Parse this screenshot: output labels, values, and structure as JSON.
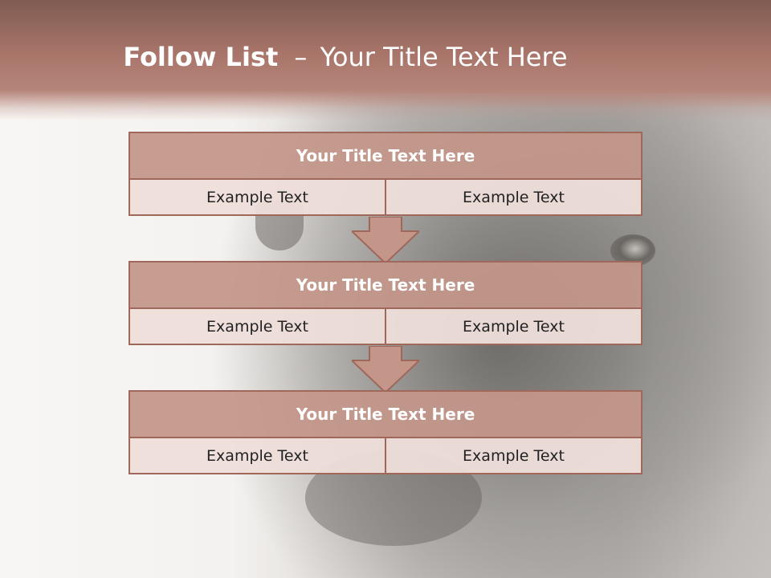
{
  "slide": {
    "title_bold": "Follow List",
    "title_sep": "–",
    "title_rest": "Your Title Text Here"
  },
  "blocks": [
    {
      "title": "Your Title Text Here",
      "left": "Example Text",
      "right": "Example Text"
    },
    {
      "title": "Your Title Text Here",
      "left": "Example Text",
      "right": "Example Text"
    },
    {
      "title": "Your Title Text Here",
      "left": "Example Text",
      "right": "Example Text"
    }
  ],
  "colors": {
    "header": "#a9756a",
    "block_title_fill": "#c4968a",
    "cell_fill": "#eeded a",
    "border": "#a0675b"
  }
}
